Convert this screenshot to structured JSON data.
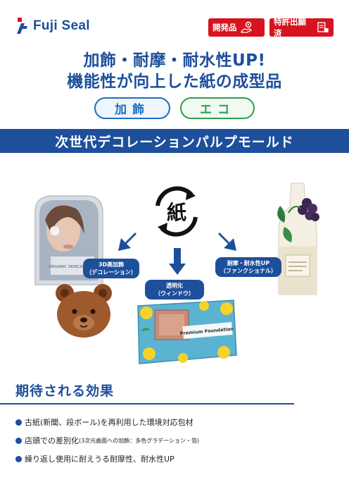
{
  "header": {
    "logo_text": "Fuji Seal",
    "badges": [
      "開発品",
      "特許出願済"
    ]
  },
  "headline": {
    "line1": "加飾・耐摩・耐水性UP!",
    "line2": "機能性が向上した紙の成型品"
  },
  "tags": [
    "加飾",
    "エコ"
  ],
  "banner": "次世代デコレーションパルプモールド",
  "diagram": {
    "recycle_glyph": "紙",
    "callouts": [
      {
        "line1": "3D高加飾",
        "line2": "（デコレーション）"
      },
      {
        "line1": "透明化",
        "line2": "（ウィンドウ）"
      },
      {
        "line1": "耐摩・耐水性UP",
        "line2": "（ファンクショナル）"
      }
    ],
    "product_text": {
      "cosmetic": "ORGANIC SKINCARE SET",
      "foundation": "Premium Foundation"
    }
  },
  "effects": {
    "title": "期待される効果",
    "items": [
      {
        "text": "古紙(新聞、段ボール)を再利用した環境対応包材",
        "note": ""
      },
      {
        "text": "店頭での差別化",
        "note": "(3次元曲面への加飾：多色グラデーション・箔)"
      },
      {
        "text": "繰り返し使用に耐えうる耐摩性、耐水性UP",
        "note": ""
      }
    ]
  },
  "colors": {
    "brand": "#1d4f9b",
    "accent_red": "#d7131f",
    "eco_green": "#2ea04a",
    "deco_blue": "#1d6fc0"
  }
}
